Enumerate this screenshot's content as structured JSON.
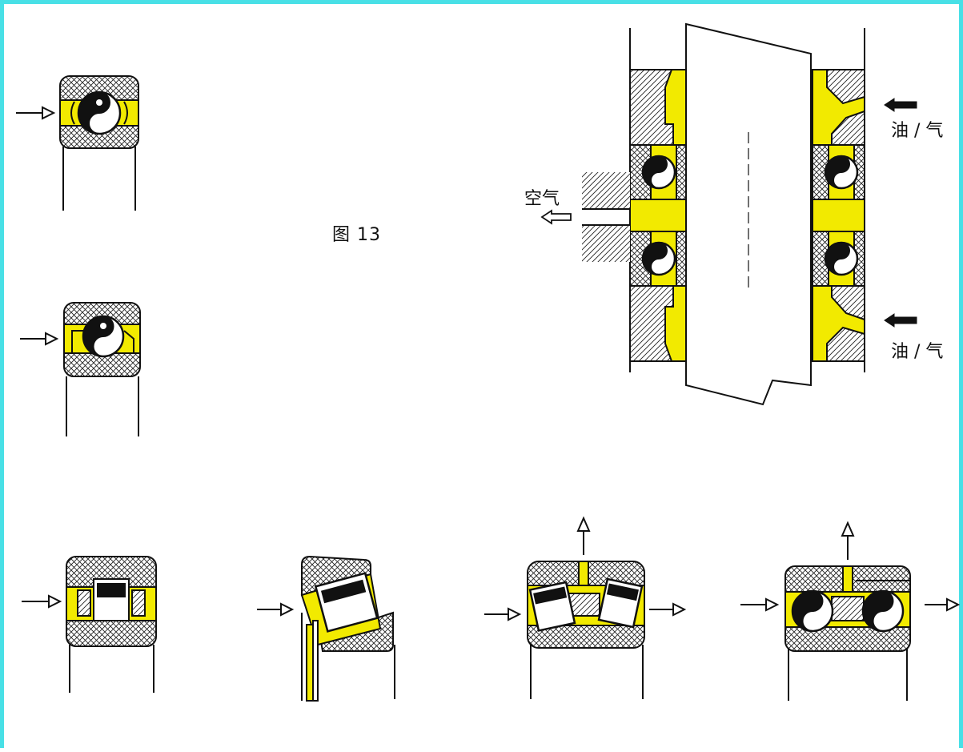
{
  "figure": {
    "title": "图 13",
    "air_label": "空气",
    "oil_air_label_top": "油 / 气",
    "oil_air_label_bottom": "油 / 气"
  },
  "colors": {
    "frame": "#48e0e6",
    "lubricant": "#f2ea00",
    "outline": "#111111",
    "background": "#ffffff"
  },
  "diagrams": [
    {
      "name": "deep-groove-ball-bearing",
      "flow": "oil-air inlet from left"
    },
    {
      "name": "angular-contact-ball-bearing",
      "flow": "oil-air inlet from left"
    },
    {
      "name": "cylindrical-roller-bearing",
      "flow": "oil-air inlet from left"
    },
    {
      "name": "tapered-roller-bearing",
      "flow": "oil-air inlet from left"
    },
    {
      "name": "double-row-spherical-roller-bearing",
      "flow": "inlet left, outlets right and top"
    },
    {
      "name": "self-aligning-ball-bearing",
      "flow": "inlet left, outlets right and top"
    },
    {
      "name": "spindle-assembly",
      "flow": "oil-air inlets right, air exhaust left"
    }
  ]
}
